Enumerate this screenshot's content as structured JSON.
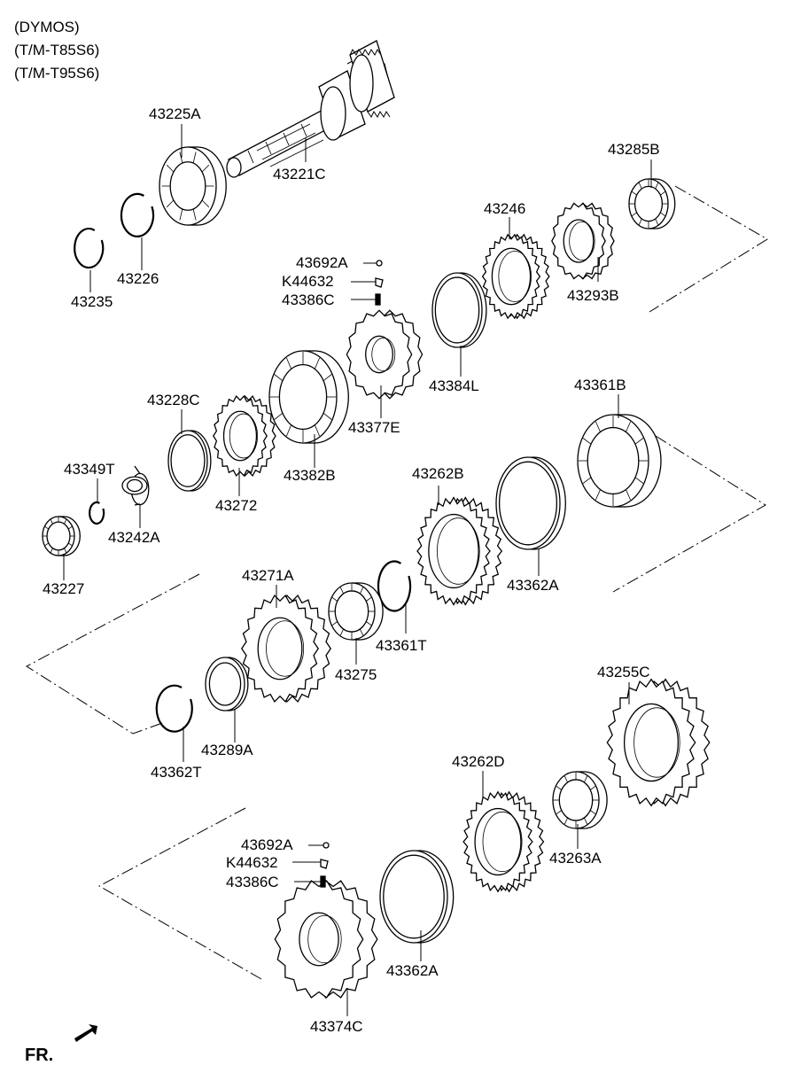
{
  "header": {
    "lines": [
      "(DYMOS)",
      "(T/M-T85S6)",
      "(T/M-T95S6)"
    ]
  },
  "labels": {
    "p43225A": "43225A",
    "p43221C": "43221C",
    "p43285B": "43285B",
    "p43246": "43246",
    "p43226": "43226",
    "p43235": "43235",
    "p43293B": "43293B",
    "p43692A_top": "43692A",
    "pK44632_top": "K44632",
    "p43386C_top": "43386C",
    "p43384L": "43384L",
    "p43228C": "43228C",
    "p43377E": "43377E",
    "p43361B": "43361B",
    "p43349T": "43349T",
    "p43382B": "43382B",
    "p43262B": "43262B",
    "p43272": "43272",
    "p43242A": "43242A",
    "p43227": "43227",
    "p43362A_mid": "43362A",
    "p43271A": "43271A",
    "p43361T": "43361T",
    "p43275": "43275",
    "p43255C": "43255C",
    "p43289A": "43289A",
    "p43362T": "43362T",
    "p43262D": "43262D",
    "p43692A_bot": "43692A",
    "pK44632_bot": "K44632",
    "p43386C_bot": "43386C",
    "p43263A": "43263A",
    "p43362A_bot": "43362A",
    "p43374C": "43374C"
  },
  "footer": {
    "front_label": "FR."
  },
  "colors": {
    "line": "#000000",
    "background": "#ffffff"
  }
}
